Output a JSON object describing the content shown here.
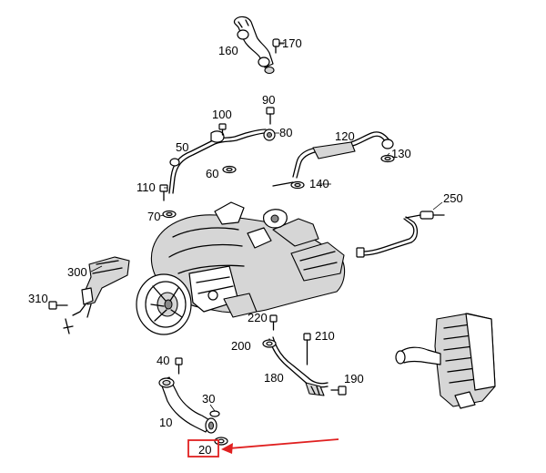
{
  "labels": {
    "p10": "10",
    "p20": "20",
    "p30": "30",
    "p40": "40",
    "p50": "50",
    "p60": "60",
    "p70": "70",
    "p80": "80",
    "p90": "90",
    "p100": "100",
    "p110": "110",
    "p120": "120",
    "p130": "130",
    "p140": "140",
    "p160": "160",
    "p170": "170",
    "p180": "180",
    "p190": "190",
    "p200": "200",
    "p210": "210",
    "p220": "220",
    "p250": "250",
    "p300": "300",
    "p310": "310"
  },
  "colors": {
    "line": "#000000",
    "highlight": "#e02020",
    "background": "#ffffff"
  },
  "highlighted_part": "20"
}
